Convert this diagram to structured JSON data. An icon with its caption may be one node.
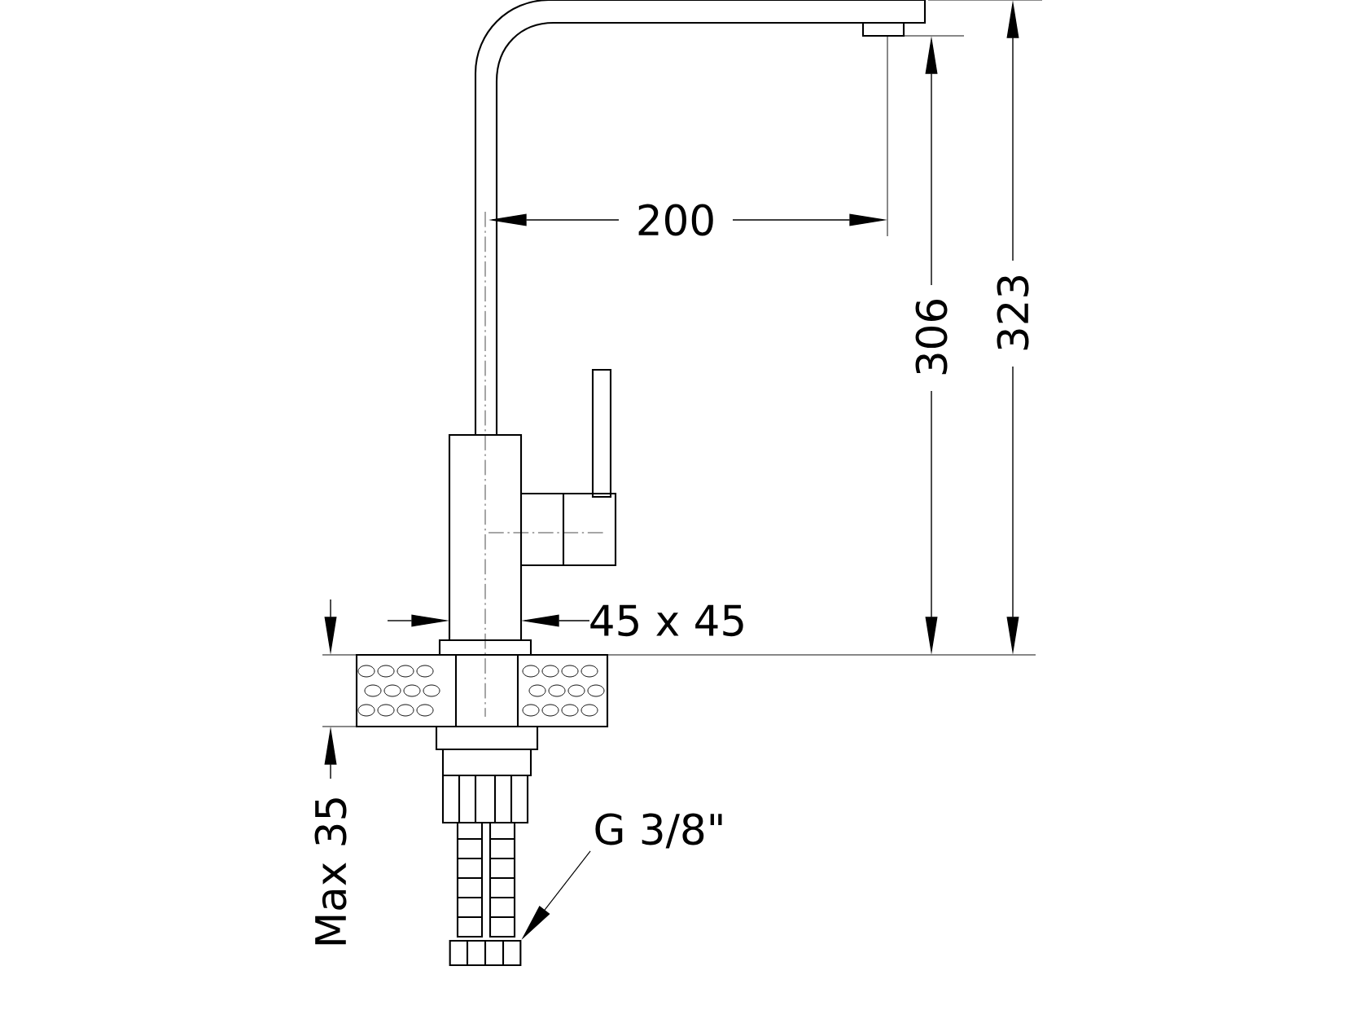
{
  "diagram": {
    "nodes": [
      {
        "text": [
          "G 3/8\""
        ]
      },
      {
        "text": [],
        "shape": "picture"
      }
    ],
    "edges": [
      {
        "from": 0,
        "to": 1,
        "arrow": "to"
      }
    ],
    "labels": [
      "200",
      "306",
      "323",
      "45 x 45",
      "Max 35"
    ]
  }
}
